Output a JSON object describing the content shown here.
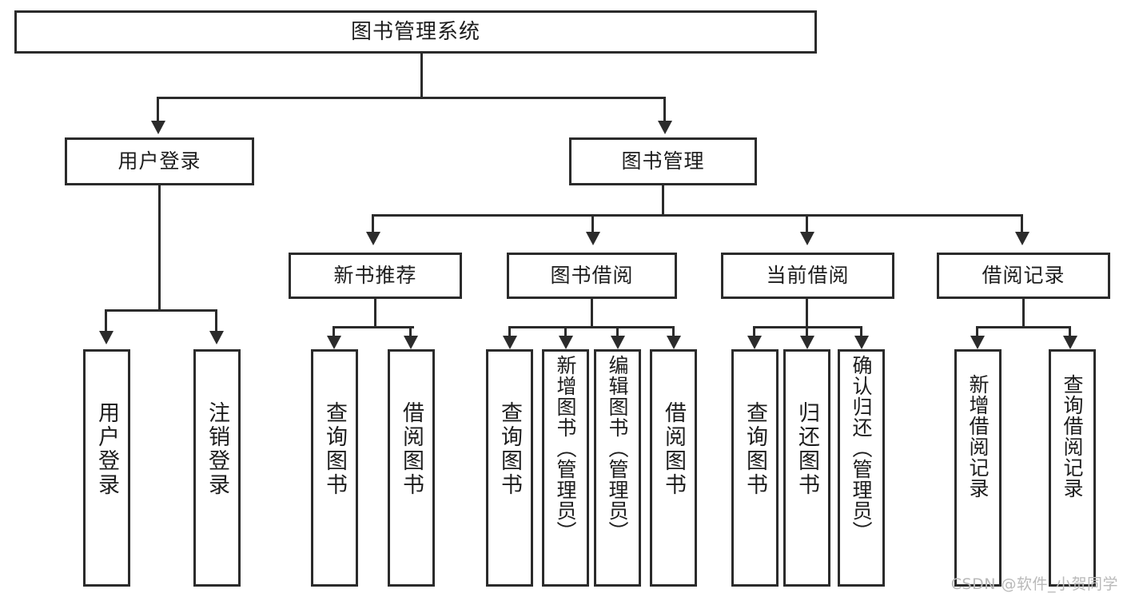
{
  "diagram": {
    "title": "图书管理系统",
    "watermark": "CSDN @软件_小贺同学",
    "root": {
      "label": "图书管理系统"
    },
    "level2": [
      {
        "label": "用户登录"
      },
      {
        "label": "图书管理"
      }
    ],
    "level3": [
      {
        "label": "新书推荐"
      },
      {
        "label": "图书借阅"
      },
      {
        "label": "当前借阅"
      },
      {
        "label": "借阅记录"
      }
    ],
    "leaves": {
      "user_login": [
        {
          "label": "用户登录"
        },
        {
          "label": "注销登录"
        }
      ],
      "new_books": [
        {
          "label": "查询图书"
        },
        {
          "label": "借阅图书"
        }
      ],
      "book_borrow": [
        {
          "label": "查询图书"
        },
        {
          "label": "新增图书（管理员）"
        },
        {
          "label": "编辑图书（管理员）"
        },
        {
          "label": "借阅图书"
        }
      ],
      "current_borrow": [
        {
          "label": "查询图书"
        },
        {
          "label": "归还图书"
        },
        {
          "label": "确认归还（管理员）"
        }
      ],
      "borrow_records": [
        {
          "label": "新增借阅记录"
        },
        {
          "label": "查询借阅记录"
        }
      ]
    }
  },
  "colors": {
    "stroke": "#2b2b2b",
    "fill": "#ffffff",
    "text": "#1d1d1d",
    "watermark": "#b9b9b9"
  }
}
